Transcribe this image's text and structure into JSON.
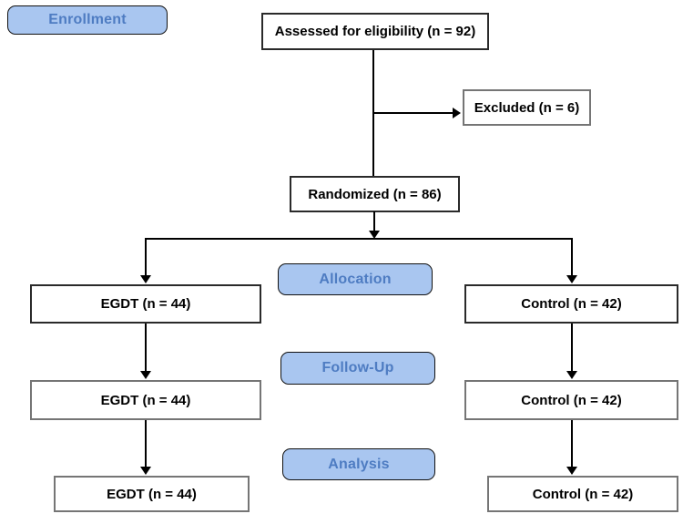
{
  "stages": {
    "enrollment": "Enrollment",
    "allocation": "Allocation",
    "follow_up": "Follow-Up",
    "analysis": "Analysis"
  },
  "boxes": {
    "assessed": "Assessed for eligibility (n = 92)",
    "excluded": "Excluded (n = 6)",
    "randomized": "Randomized (n = 86)",
    "allocation_egdt": "EGDT (n = 44)",
    "allocation_control": "Control (n = 42)",
    "followup_egdt": "EGDT (n = 44)",
    "followup_control": "Control (n = 42)",
    "analysis_egdt": "EGDT (n = 44)",
    "analysis_control": "Control (n = 42)"
  },
  "colors": {
    "stage_fill": "#a9c6f0",
    "stage_text": "#4e7cc2",
    "stage_border": "#111111",
    "box_border": "#2a2a2a",
    "box_border_light": "#757575",
    "arrow": "#000000"
  }
}
